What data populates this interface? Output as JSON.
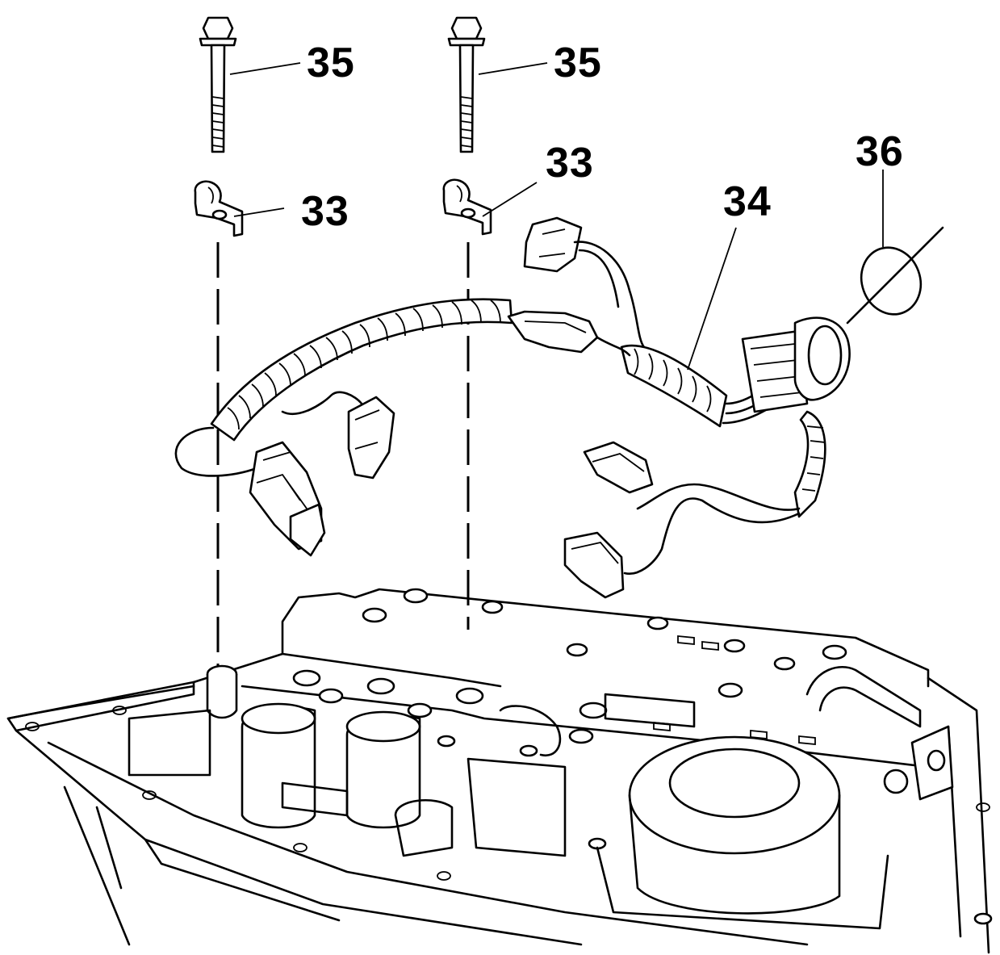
{
  "callouts": {
    "bolt_left": "35",
    "bolt_right": "35",
    "clip_left": "33",
    "clip_right": "33",
    "harness": "34",
    "seal": "36"
  },
  "colors": {
    "line": "#000000",
    "background": "#ffffff"
  }
}
